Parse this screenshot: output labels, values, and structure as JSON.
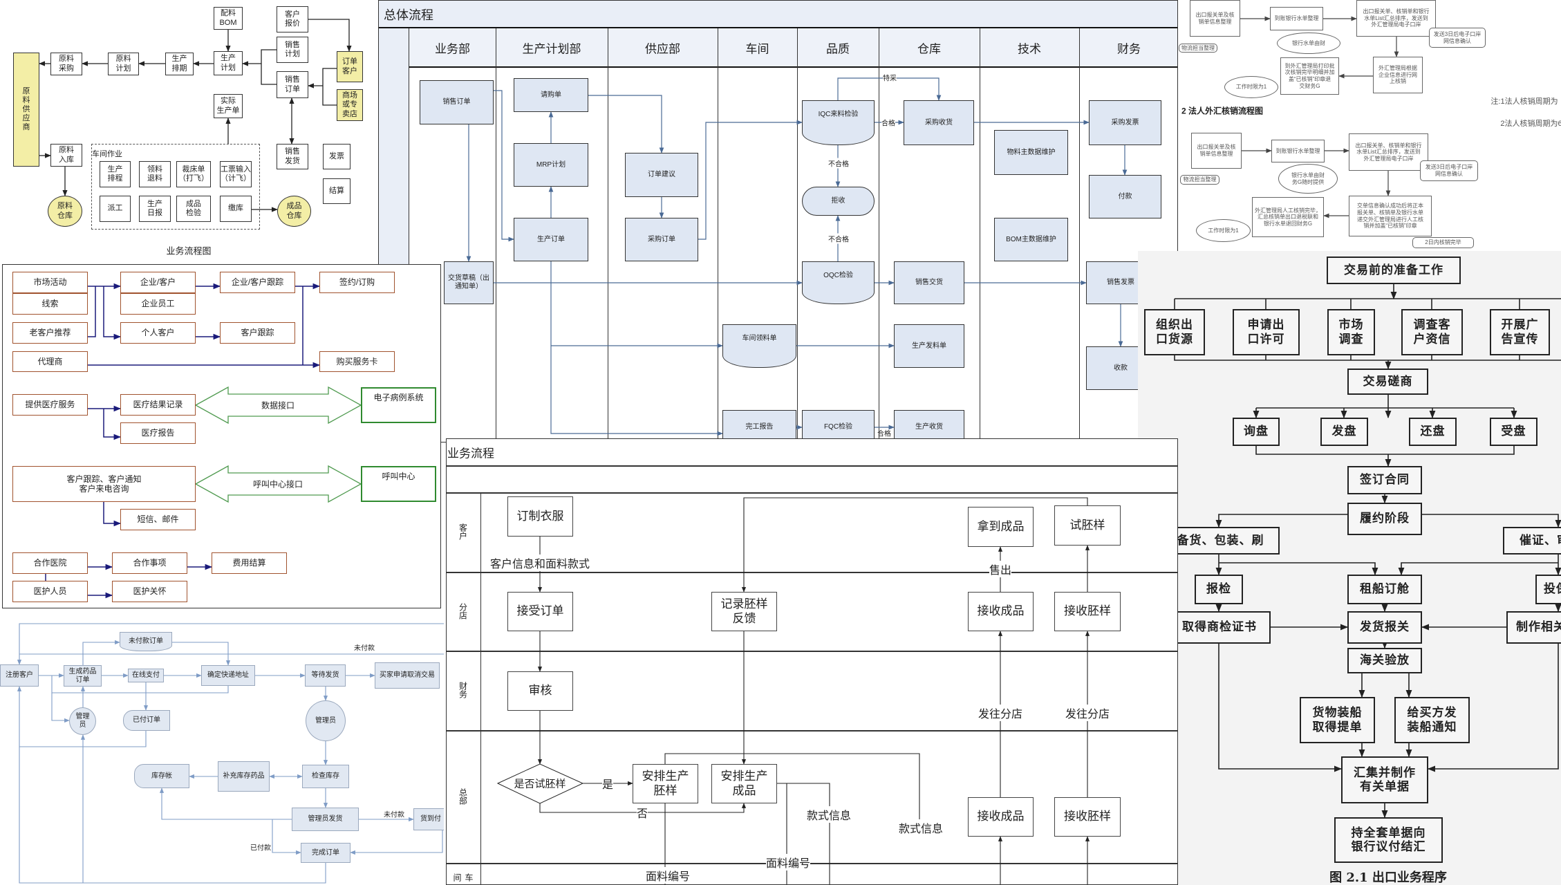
{
  "erp": {
    "caption": "业务流程图",
    "workshop_label": "车间作业",
    "nodes": [
      "原\n料\n供\n应\n商",
      "原料\n采购",
      "原料\n计划",
      "生产\n排期",
      "生产\n计划",
      "配料\nBOM",
      "客户\n报价",
      "销售\n计划",
      "销售\n订单",
      "订单\n客户",
      "商场\n或专\n卖店",
      "实际\n生产单",
      "原料\n入库",
      "原料\n仓库",
      "生产\n排程",
      "领料\n退料",
      "裁床单\n（打飞）",
      "工票输入\n（计飞）",
      "派工",
      "生产\n日报",
      "成品\n检验",
      "缴库",
      "成品\n仓库",
      "销售\n发货",
      "发票",
      "结算"
    ],
    "colors": {
      "highlight": "#f3eea6"
    }
  },
  "lane": {
    "title": "总体流程",
    "headers": [
      "业务部",
      "生产计划部",
      "供应部",
      "车间",
      "品质",
      "仓库",
      "技术",
      "财务"
    ],
    "nodes": [
      "销售订单",
      "交货草稿（出\n通知单）",
      "请购单",
      "MRP计划",
      "生产订单",
      "订单建议",
      "采购订单",
      "IQC来料检验",
      "拒收",
      "OQC检验",
      "采购收货",
      "物料主数据维护",
      "BOM主数据维护",
      "采购发票",
      "付款",
      "销售交货",
      "销售发票",
      "收款",
      "车间领料单",
      "生产发料单",
      "完工报告",
      "FQC检验",
      "生产收货"
    ],
    "labels": [
      "特采",
      "合格",
      "不合格",
      "不合格",
      "合格"
    ],
    "colors": {
      "node_fill": "#dfe7f3",
      "connector": "#4a6a95"
    }
  },
  "forex": {
    "heading": "2 法人外汇核销流程图",
    "notes": [
      "注:1法人核销周期为",
      "2法人核销周期为6"
    ],
    "nodes": [
      "出口报关单及核\n销单信息整理",
      "物流担当整理",
      "到账银行水单整理",
      "银行水单由财",
      "出口报关单、核销单和银行\n水单List汇总排序，发送到\n外汇管理局电子口岸",
      "发送3日后电子口岸\n网信息确认",
      "外汇管理局根据\n企业信息进行网\n上核销",
      "到外汇管理局打印批\n次核销完毕明细并加\n盖“已核销”印章退\n交财务G",
      "工作时限为1",
      "出口报关单及核\n销单信息整理",
      "物流担当整理",
      "到账银行水单整理",
      "银行水单由财\n务G随时提供",
      "出口报关单、核销单和银行\n水单List汇总排序，发送到\n外汇管理局电子口岸",
      "发送3日后电子口岸\n网信息确认",
      "交单信息确认成功后将正本\n报关单、核销单及银行水单\n递交外汇管理局进行人工核\n销并加盖“已核销”印章",
      "外汇管理局人工核销完毕，\n汇总核销单出口退税联和\n银行水单退回财务G",
      "工作时限为1",
      "2日内核销完毕"
    ]
  },
  "export": {
    "caption": "图  2.1 出口业务程序",
    "nodes": [
      "交易前的准备工作",
      "组织出\n口货源",
      "申请出\n口许可",
      "市场\n调查",
      "调查客\n户资信",
      "开展广\n告宣传",
      "交易磋商",
      "询盘",
      "发盘",
      "还盘",
      "受盘",
      "签订合同",
      "履约阶段",
      "备货、包装、刷",
      "催证、审",
      "报检",
      "租船订舱",
      "投保",
      "取得商检证书",
      "发货报关",
      "制作相关",
      "海关验放",
      "货物装船\n取得提单",
      "给买方发\n装船通知",
      "汇集并制作\n有关单据",
      "持全套单据向\n银行议付结汇"
    ]
  },
  "crm": {
    "nodes": [
      "市场活动",
      "线索",
      "老客户推荐",
      "代理商",
      "企业/客户",
      "企业员工",
      "个人客户",
      "企业/客户跟踪",
      "客户跟踪",
      "签约/订购",
      "购买服务卡",
      "提供医疗服务",
      "医疗结果记录",
      "医疗报告",
      "电子病例系统",
      "客户跟踪、客户通知\n客户来电咨询",
      "短信、邮件",
      "呼叫中心",
      "合作医院",
      "医护人员",
      "合作事项",
      "医护关怀",
      "费用结算"
    ],
    "interfaces": [
      "数据接口",
      "呼叫中心接口"
    ],
    "colors": {
      "box_border": "#a0522d",
      "system_border": "#2f8a2f",
      "connector": "#1a1a7a"
    }
  },
  "pharmacy": {
    "nodes": [
      "注册客户",
      "生成药品\n订单",
      "未付款订单",
      "在线支付",
      "确定快递地址",
      "等待发货",
      "买家申请取消交易",
      "管理\n员",
      "已付订单",
      "管理员",
      "库存帐",
      "补充库存药品",
      "检查库存",
      "管理员发货",
      "货到付",
      "完成订单"
    ],
    "labels": [
      "未付款",
      "未付款",
      "已付款"
    ],
    "colors": {
      "node_fill": "#e1e8f2",
      "connector": "#8aa4c8"
    }
  },
  "clothing": {
    "title": "业务流程",
    "lanes": [
      "客户",
      "分店",
      "财务",
      "总部",
      "车间"
    ],
    "decision": "是否试胚样",
    "nodes": [
      "订制衣服",
      "拿到成品",
      "试胚样",
      "接受订单",
      "记录胚样\n反馈",
      "接收成品",
      "接收胚样",
      "审核",
      "安排生产\n胚样",
      "安排生产\n成品",
      "接收成品",
      "接收胚样"
    ],
    "labels": [
      "客户信息和面料款式",
      "售出",
      "发往分店",
      "发往分店",
      "是",
      "否",
      "款式信息",
      "款式信息",
      "面料编号",
      "面料编号"
    ]
  }
}
